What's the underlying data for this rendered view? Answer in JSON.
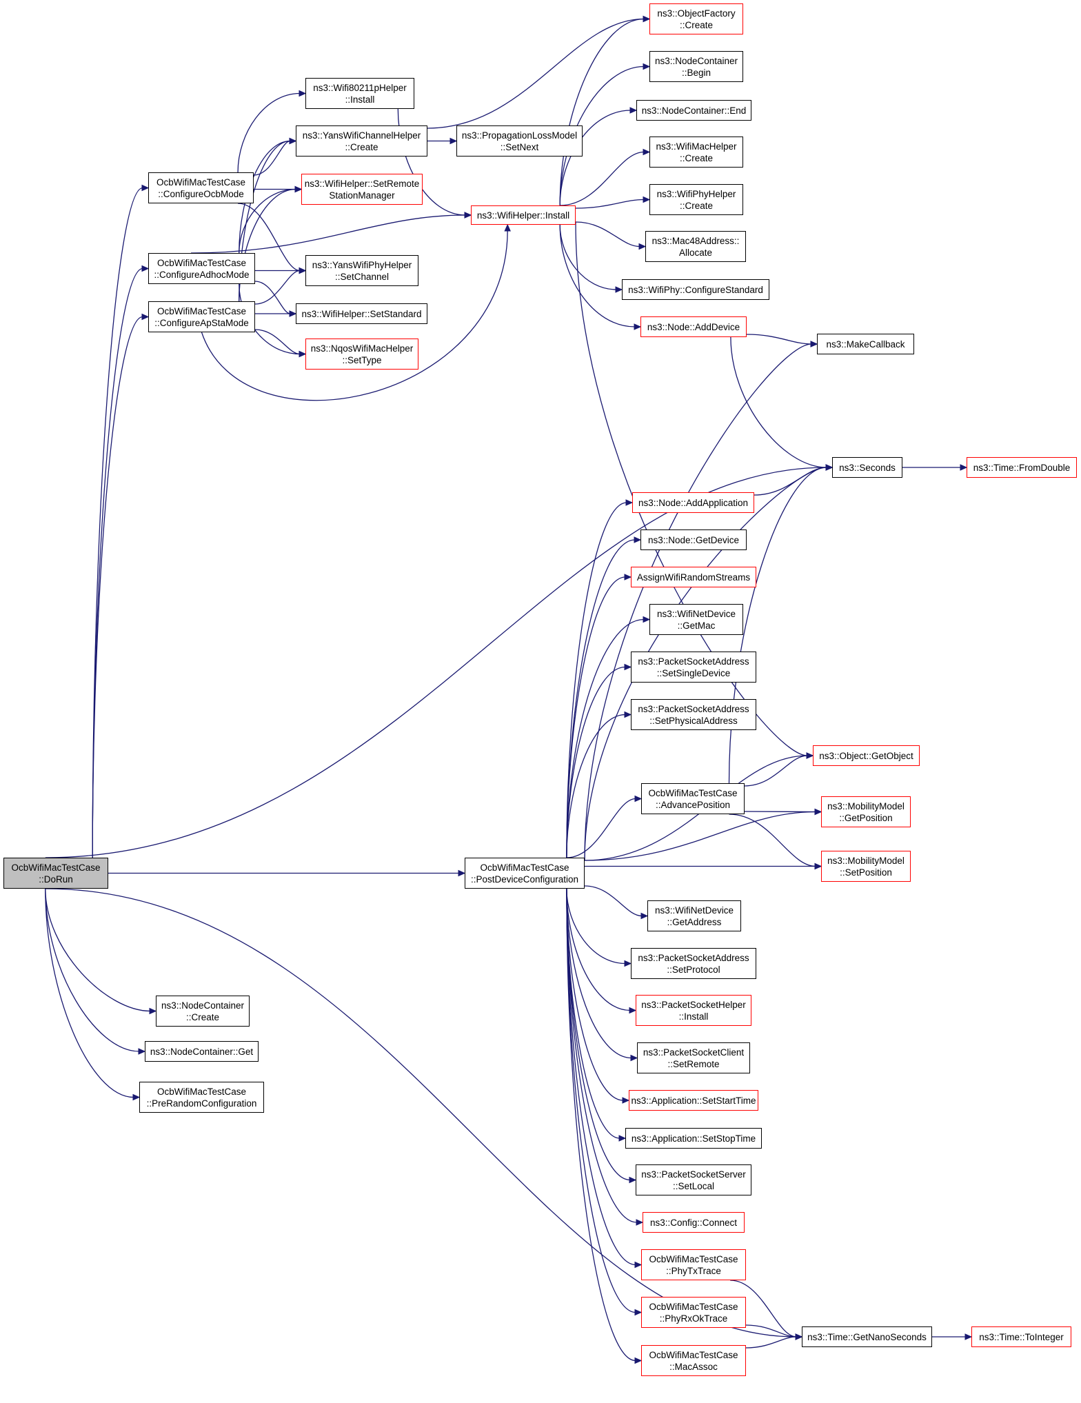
{
  "colors": {
    "edge": "#191970",
    "node_border": "#000000",
    "external_border": "#ff0000",
    "root_fill": "#bfbfbf",
    "background": "#ffffff"
  },
  "nodes": [
    {
      "id": "dorun",
      "l1": "OcbWifiMacTestCase",
      "l2": "::DoRun",
      "style": "root"
    },
    {
      "id": "cfg_ocb",
      "l1": "OcbWifiMacTestCase",
      "l2": "::ConfigureOcbMode",
      "style": "normal"
    },
    {
      "id": "cfg_adhoc",
      "l1": "OcbWifiMacTestCase",
      "l2": "::ConfigureAdhocMode",
      "style": "normal"
    },
    {
      "id": "cfg_apsta",
      "l1": "OcbWifiMacTestCase",
      "l2": "::ConfigureApStaMode",
      "style": "normal"
    },
    {
      "id": "nc_create",
      "l1": "ns3::NodeContainer",
      "l2": "::Create",
      "style": "normal"
    },
    {
      "id": "nc_get",
      "l1": "ns3::NodeContainer::Get",
      "l2": "",
      "style": "normal"
    },
    {
      "id": "prerandom",
      "l1": "OcbWifiMacTestCase",
      "l2": "::PreRandomConfiguration",
      "style": "normal"
    },
    {
      "id": "w80211p",
      "l1": "ns3::Wifi80211pHelper",
      "l2": "::Install",
      "style": "normal"
    },
    {
      "id": "yans_chan",
      "l1": "ns3::YansWifiChannelHelper",
      "l2": "::Create",
      "style": "normal"
    },
    {
      "id": "set_remote_sm",
      "l1": "ns3::WifiHelper::SetRemote",
      "l2": "StationManager",
      "style": "external"
    },
    {
      "id": "yans_phy",
      "l1": "ns3::YansWifiPhyHelper",
      "l2": "::SetChannel",
      "style": "normal"
    },
    {
      "id": "set_standard",
      "l1": "ns3::WifiHelper::SetStandard",
      "l2": "",
      "style": "normal"
    },
    {
      "id": "nqos",
      "l1": "ns3::NqosWifiMacHelper",
      "l2": "::SetType",
      "style": "external"
    },
    {
      "id": "prop_loss",
      "l1": "ns3::PropagationLossModel",
      "l2": "::SetNext",
      "style": "normal"
    },
    {
      "id": "wifi_install",
      "l1": "ns3::WifiHelper::Install",
      "l2": "",
      "style": "external"
    },
    {
      "id": "obj_factory",
      "l1": "ns3::ObjectFactory",
      "l2": "::Create",
      "style": "external"
    },
    {
      "id": "nc_begin",
      "l1": "ns3::NodeContainer",
      "l2": "::Begin",
      "style": "normal"
    },
    {
      "id": "nc_end",
      "l1": "ns3::NodeContainer::End",
      "l2": "",
      "style": "normal"
    },
    {
      "id": "mac_helper",
      "l1": "ns3::WifiMacHelper",
      "l2": "::Create",
      "style": "normal"
    },
    {
      "id": "phy_helper",
      "l1": "ns3::WifiPhyHelper",
      "l2": "::Create",
      "style": "normal"
    },
    {
      "id": "mac48",
      "l1": "ns3::Mac48Address::",
      "l2": "Allocate",
      "style": "normal"
    },
    {
      "id": "cfg_std",
      "l1": "ns3::WifiPhy::ConfigureStandard",
      "l2": "",
      "style": "normal"
    },
    {
      "id": "add_device",
      "l1": "ns3::Node::AddDevice",
      "l2": "",
      "style": "external"
    },
    {
      "id": "make_cb",
      "l1": "ns3::MakeCallback",
      "l2": "",
      "style": "normal"
    },
    {
      "id": "seconds",
      "l1": "ns3::Seconds",
      "l2": "",
      "style": "normal"
    },
    {
      "id": "from_double",
      "l1": "ns3::Time::FromDouble",
      "l2": "",
      "style": "external"
    },
    {
      "id": "add_app",
      "l1": "ns3::Node::AddApplication",
      "l2": "",
      "style": "external"
    },
    {
      "id": "get_device",
      "l1": "ns3::Node::GetDevice",
      "l2": "",
      "style": "normal"
    },
    {
      "id": "assign_streams",
      "l1": "AssignWifiRandomStreams",
      "l2": "",
      "style": "external"
    },
    {
      "id": "get_mac",
      "l1": "ns3::WifiNetDevice",
      "l2": "::GetMac",
      "style": "normal"
    },
    {
      "id": "psa_single",
      "l1": "ns3::PacketSocketAddress",
      "l2": "::SetSingleDevice",
      "style": "normal"
    },
    {
      "id": "psa_phys",
      "l1": "ns3::PacketSocketAddress",
      "l2": "::SetPhysicalAddress",
      "style": "normal"
    },
    {
      "id": "get_object",
      "l1": "ns3::Object::GetObject",
      "l2": "",
      "style": "external"
    },
    {
      "id": "adv_pos",
      "l1": "OcbWifiMacTestCase",
      "l2": "::AdvancePosition",
      "style": "normal"
    },
    {
      "id": "mob_get",
      "l1": "ns3::MobilityModel",
      "l2": "::GetPosition",
      "style": "external"
    },
    {
      "id": "mob_set",
      "l1": "ns3::MobilityModel",
      "l2": "::SetPosition",
      "style": "external"
    },
    {
      "id": "post_cfg",
      "l1": "OcbWifiMacTestCase",
      "l2": "::PostDeviceConfiguration",
      "style": "normal"
    },
    {
      "id": "get_addr",
      "l1": "ns3::WifiNetDevice",
      "l2": "::GetAddress",
      "style": "normal"
    },
    {
      "id": "psa_proto",
      "l1": "ns3::PacketSocketAddress",
      "l2": "::SetProtocol",
      "style": "normal"
    },
    {
      "id": "psh_install",
      "l1": "ns3::PacketSocketHelper",
      "l2": "::Install",
      "style": "external"
    },
    {
      "id": "psc_remote",
      "l1": "ns3::PacketSocketClient",
      "l2": "::SetRemote",
      "style": "normal"
    },
    {
      "id": "app_start",
      "l1": "ns3::Application::SetStartTime",
      "l2": "",
      "style": "external"
    },
    {
      "id": "app_stop",
      "l1": "ns3::Application::SetStopTime",
      "l2": "",
      "style": "normal"
    },
    {
      "id": "pss_local",
      "l1": "ns3::PacketSocketServer",
      "l2": "::SetLocal",
      "style": "normal"
    },
    {
      "id": "cfg_connect",
      "l1": "ns3::Config::Connect",
      "l2": "",
      "style": "external"
    },
    {
      "id": "phy_tx",
      "l1": "OcbWifiMacTestCase",
      "l2": "::PhyTxTrace",
      "style": "external"
    },
    {
      "id": "phy_rx",
      "l1": "OcbWifiMacTestCase",
      "l2": "::PhyRxOkTrace",
      "style": "external"
    },
    {
      "id": "mac_assoc",
      "l1": "OcbWifiMacTestCase",
      "l2": "::MacAssoc",
      "style": "external"
    },
    {
      "id": "get_nano",
      "l1": "ns3::Time::GetNanoSeconds",
      "l2": "",
      "style": "normal"
    },
    {
      "id": "to_integer",
      "l1": "ns3::Time::ToInteger",
      "l2": "",
      "style": "external"
    }
  ],
  "edges": [
    [
      "dorun",
      "cfg_ocb"
    ],
    [
      "dorun",
      "cfg_adhoc"
    ],
    [
      "dorun",
      "cfg_apsta"
    ],
    [
      "dorun",
      "seconds"
    ],
    [
      "dorun",
      "post_cfg"
    ],
    [
      "dorun",
      "nc_create"
    ],
    [
      "dorun",
      "nc_get"
    ],
    [
      "dorun",
      "prerandom"
    ],
    [
      "dorun",
      "get_nano"
    ],
    [
      "cfg_ocb",
      "w80211p"
    ],
    [
      "cfg_ocb",
      "yans_chan"
    ],
    [
      "cfg_ocb",
      "set_remote_sm"
    ],
    [
      "cfg_ocb",
      "yans_phy"
    ],
    [
      "cfg_adhoc",
      "yans_chan"
    ],
    [
      "cfg_adhoc",
      "set_remote_sm"
    ],
    [
      "cfg_adhoc",
      "wifi_install"
    ],
    [
      "cfg_adhoc",
      "yans_phy"
    ],
    [
      "cfg_adhoc",
      "set_standard"
    ],
    [
      "cfg_adhoc",
      "nqos"
    ],
    [
      "cfg_apsta",
      "yans_chan"
    ],
    [
      "cfg_apsta",
      "set_remote_sm"
    ],
    [
      "cfg_apsta",
      "yans_phy"
    ],
    [
      "cfg_apsta",
      "set_standard"
    ],
    [
      "cfg_apsta",
      "nqos"
    ],
    [
      "cfg_apsta",
      "wifi_install"
    ],
    [
      "w80211p",
      "wifi_install"
    ],
    [
      "yans_chan",
      "obj_factory"
    ],
    [
      "yans_chan",
      "prop_loss"
    ],
    [
      "wifi_install",
      "obj_factory"
    ],
    [
      "wifi_install",
      "nc_begin"
    ],
    [
      "wifi_install",
      "nc_end"
    ],
    [
      "wifi_install",
      "mac_helper"
    ],
    [
      "wifi_install",
      "phy_helper"
    ],
    [
      "wifi_install",
      "mac48"
    ],
    [
      "wifi_install",
      "cfg_std"
    ],
    [
      "wifi_install",
      "add_device"
    ],
    [
      "wifi_install",
      "get_object"
    ],
    [
      "add_device",
      "make_cb"
    ],
    [
      "add_device",
      "seconds"
    ],
    [
      "seconds",
      "from_double"
    ],
    [
      "add_app",
      "seconds"
    ],
    [
      "adv_pos",
      "seconds"
    ],
    [
      "adv_pos",
      "get_object"
    ],
    [
      "adv_pos",
      "mob_get"
    ],
    [
      "adv_pos",
      "mob_set"
    ],
    [
      "post_cfg",
      "make_cb"
    ],
    [
      "post_cfg",
      "seconds"
    ],
    [
      "post_cfg",
      "add_app"
    ],
    [
      "post_cfg",
      "get_device"
    ],
    [
      "post_cfg",
      "assign_streams"
    ],
    [
      "post_cfg",
      "get_mac"
    ],
    [
      "post_cfg",
      "psa_single"
    ],
    [
      "post_cfg",
      "psa_phys"
    ],
    [
      "post_cfg",
      "get_object"
    ],
    [
      "post_cfg",
      "adv_pos"
    ],
    [
      "post_cfg",
      "mob_get"
    ],
    [
      "post_cfg",
      "mob_set"
    ],
    [
      "post_cfg",
      "get_addr"
    ],
    [
      "post_cfg",
      "psa_proto"
    ],
    [
      "post_cfg",
      "psh_install"
    ],
    [
      "post_cfg",
      "psc_remote"
    ],
    [
      "post_cfg",
      "app_start"
    ],
    [
      "post_cfg",
      "app_stop"
    ],
    [
      "post_cfg",
      "pss_local"
    ],
    [
      "post_cfg",
      "cfg_connect"
    ],
    [
      "post_cfg",
      "phy_tx"
    ],
    [
      "post_cfg",
      "phy_rx"
    ],
    [
      "post_cfg",
      "mac_assoc"
    ],
    [
      "phy_tx",
      "get_nano"
    ],
    [
      "phy_rx",
      "get_nano"
    ],
    [
      "mac_assoc",
      "get_nano"
    ],
    [
      "get_nano",
      "to_integer"
    ]
  ]
}
